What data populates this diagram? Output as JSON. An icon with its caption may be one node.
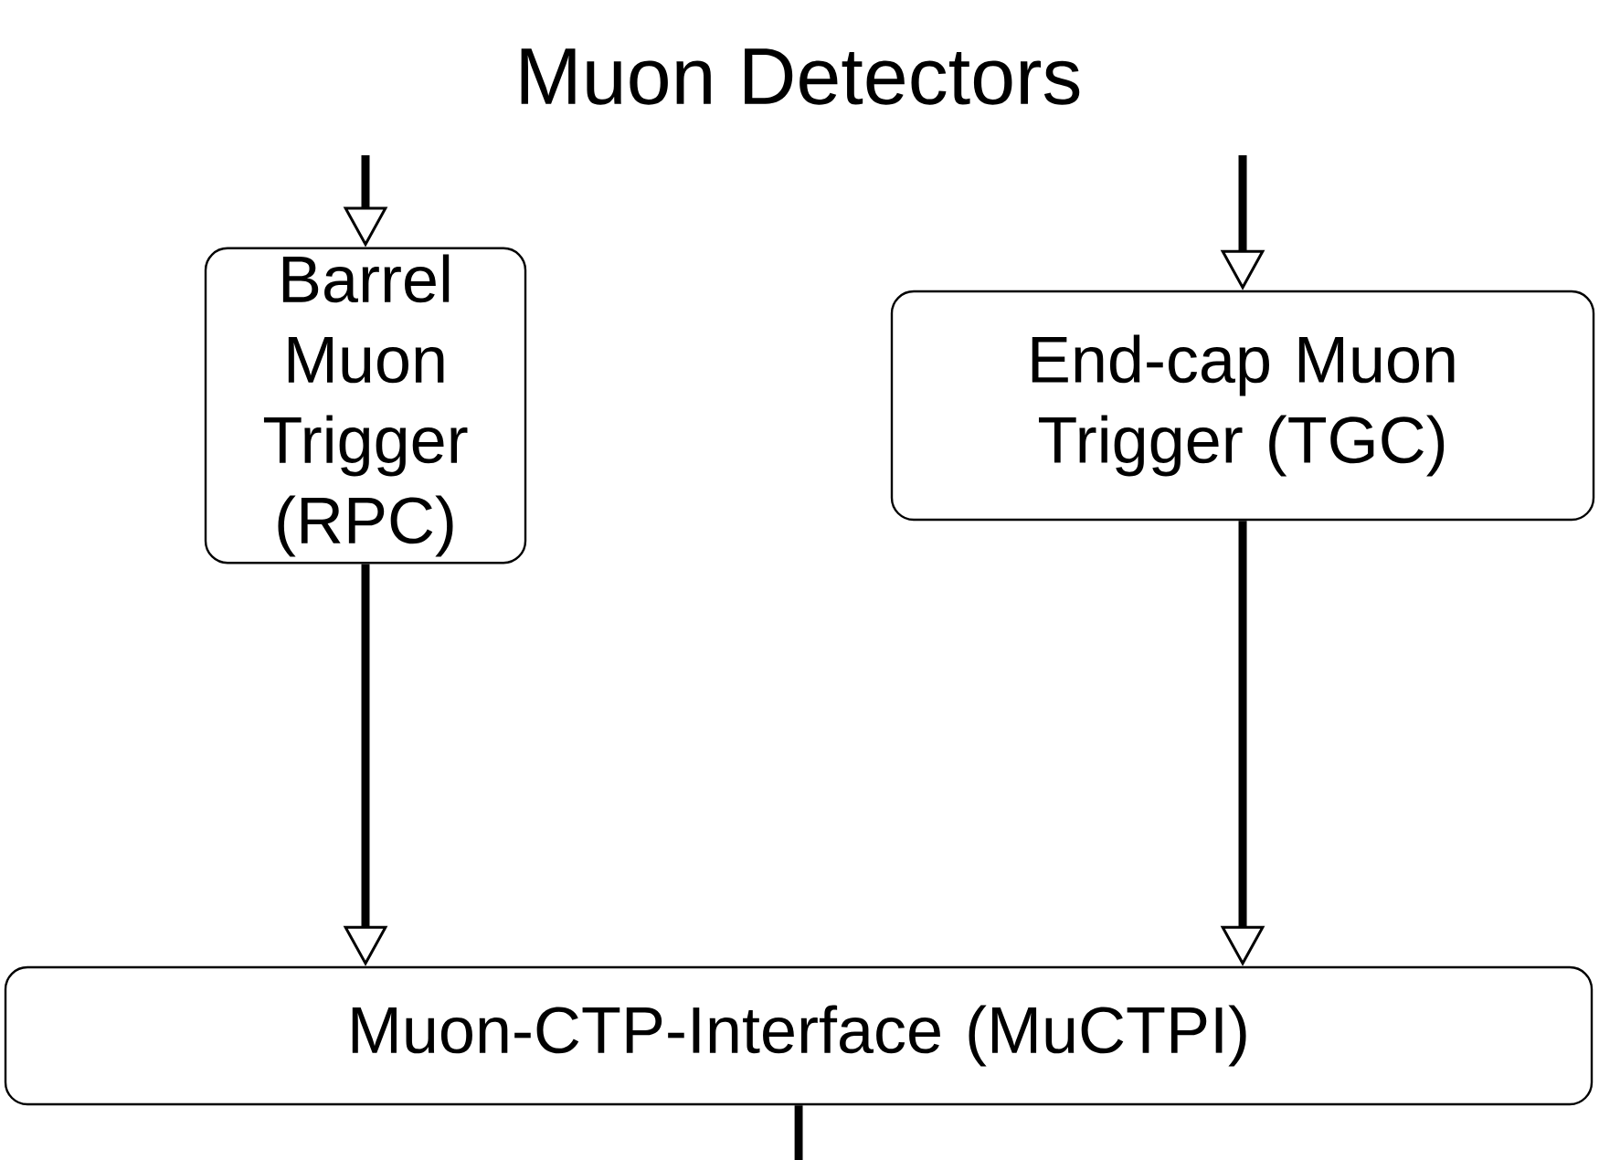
{
  "diagram": {
    "title": "Muon Detectors",
    "nodes": [
      {
        "text": [
          "Barrel Muon Trigger (RPC)"
        ]
      },
      {
        "text": [
          "End-cap Muon Trigger (TGC)"
        ]
      },
      {
        "text": [
          "Muon-CTP-Interface (MuCTPI)"
        ]
      }
    ],
    "edges": [
      {
        "from": null,
        "to": 0,
        "arrow": "to"
      },
      {
        "from": null,
        "to": 1,
        "arrow": "to"
      },
      {
        "from": 0,
        "to": 2,
        "arrow": "to"
      },
      {
        "from": 1,
        "to": 2,
        "arrow": "to"
      },
      {
        "from": 2,
        "to": null,
        "arrow": "none"
      }
    ]
  }
}
